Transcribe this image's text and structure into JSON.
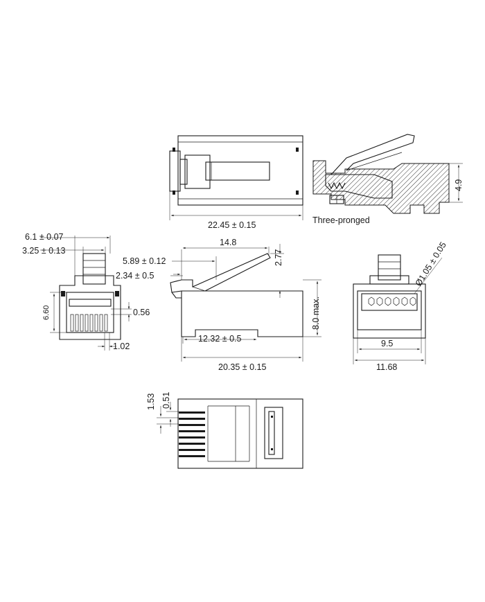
{
  "dimensions": {
    "overall_length_top": "22.45 ± 0.15",
    "side_height": "4.9",
    "three_pronged_label": "Three-pronged",
    "width_a": "6.1 ± 0.07",
    "width_b": "3.25 ± 0.13",
    "height_660": "6.60",
    "pin_thickness": "0.56",
    "pin_pitch": "1.02",
    "latch_length": "14.8",
    "latch_height": "2.77",
    "latch_offset": "5.89 ± 0.12",
    "nose_offset": "2.34 ± 0.5",
    "max_height": "8.0 max.",
    "cable_length": "12.32 ± 0.5",
    "body_length": "20.35 ± 0.15",
    "hole_diameter": "Ø1.05 ± 0.05",
    "inner_width": "9.5",
    "outer_width": "11.68",
    "contact_pitch": "1.53",
    "contact_width": "0.51"
  }
}
